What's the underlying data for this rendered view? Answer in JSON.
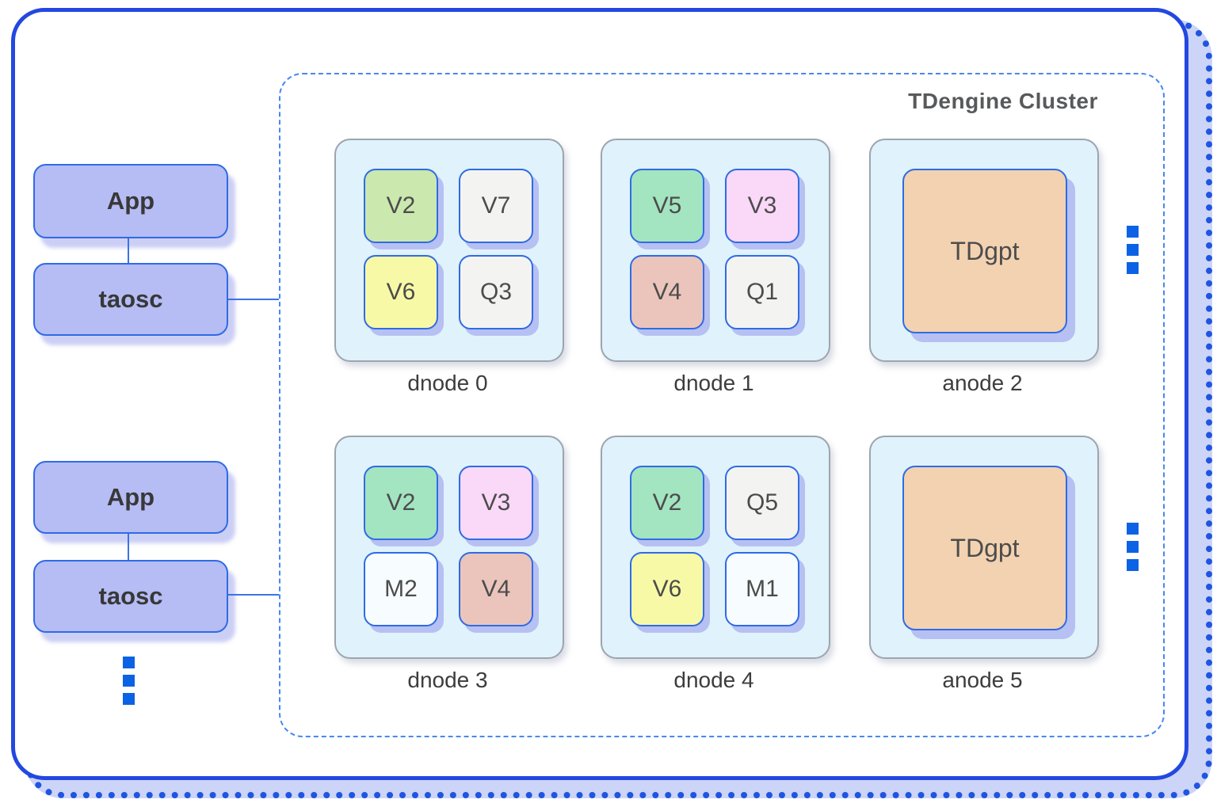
{
  "cluster": {
    "title": "TDengine Cluster"
  },
  "left_column": {
    "stacks": [
      {
        "app": "App",
        "client": "taosc"
      },
      {
        "app": "App",
        "client": "taosc"
      }
    ],
    "more_clients_ellipsis": "vertical-ellipsis"
  },
  "nodes": [
    {
      "label": "dnode 0",
      "type": "dnode",
      "cells": [
        {
          "text": "V2",
          "color": "#cbe8ae"
        },
        {
          "text": "V7",
          "color": "#f3f4f1"
        },
        {
          "text": "V6",
          "color": "#f7f9a6"
        },
        {
          "text": "Q3",
          "color": "#f3f4f1"
        }
      ]
    },
    {
      "label": "dnode 1",
      "type": "dnode",
      "cells": [
        {
          "text": "V5",
          "color": "#a3e4c1"
        },
        {
          "text": "V3",
          "color": "#f9d8f8"
        },
        {
          "text": "V4",
          "color": "#ebc5bc"
        },
        {
          "text": "Q1",
          "color": "#f3f4f1"
        }
      ]
    },
    {
      "label": "anode 2",
      "type": "anode",
      "cells": [
        {
          "text": "TDgpt",
          "color": "#f3d2b1"
        }
      ]
    },
    {
      "label": "dnode 3",
      "type": "dnode",
      "cells": [
        {
          "text": "V2",
          "color": "#a3e4c1"
        },
        {
          "text": "V3",
          "color": "#f9d8f8"
        },
        {
          "text": "M2",
          "color": "#f7fcfe"
        },
        {
          "text": "V4",
          "color": "#ebc5bc"
        }
      ]
    },
    {
      "label": "dnode 4",
      "type": "dnode",
      "cells": [
        {
          "text": "V2",
          "color": "#a3e4c1"
        },
        {
          "text": "Q5",
          "color": "#f3f4f1"
        },
        {
          "text": "V6",
          "color": "#f7f9a6"
        },
        {
          "text": "M1",
          "color": "#f7fcfe"
        }
      ]
    },
    {
      "label": "anode 5",
      "type": "anode",
      "cells": [
        {
          "text": "TDgpt",
          "color": "#f3d2b1"
        }
      ]
    }
  ],
  "palette": {
    "frame_border": "#2348e0",
    "frame_shadow_bg": "#ccd4f7",
    "frame_shadow_dots": "#1f55e0",
    "cluster_border": "#4688f2",
    "app_fill": "#b6bcf4",
    "app_border": "#2f6be5",
    "node_fill": "#e0f2fc",
    "node_border": "#9da5ad",
    "cell_border": "#2f6be5",
    "cell_shadow": "#b7c0f2",
    "connector": "#3b72e8",
    "ellipsis": "#0b62e4",
    "text_title": "#58595b"
  }
}
